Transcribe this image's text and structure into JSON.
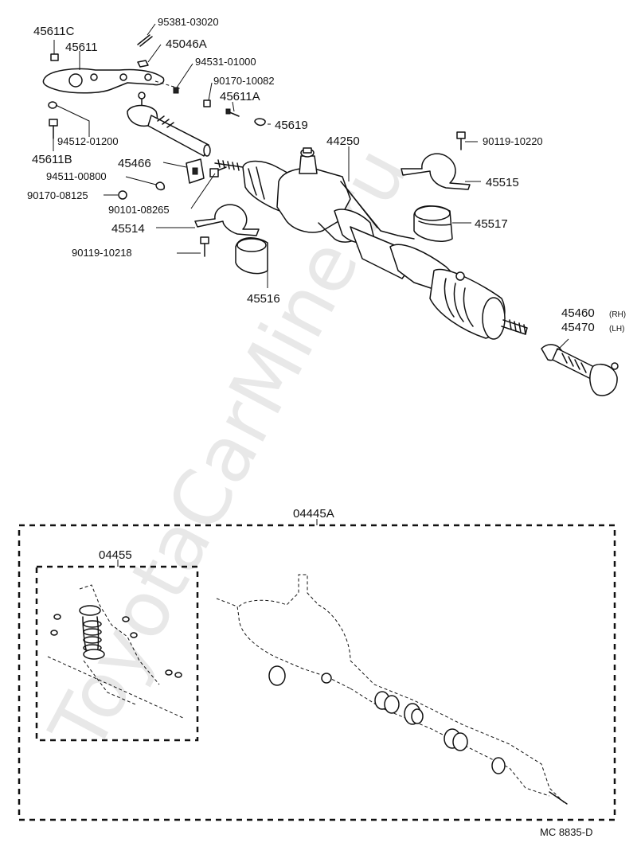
{
  "watermark": "ToyotaCarMine.ru",
  "footer_code": "MC  8835-D",
  "upper": {
    "p45611C": "45611C",
    "p45611": "45611",
    "p95381": "95381-03020",
    "p45046A": "45046A",
    "p94531": "94531-01000",
    "p90170_10082": "90170-10082",
    "p45611A": "45611A",
    "p45619": "45619",
    "p94512": "94512-01200",
    "p45611B": "45611B",
    "p45466": "45466",
    "p94511": "94511-00800",
    "p90170_08125": "90170-08125",
    "p90101": "90101-08265",
    "p44250": "44250",
    "p90119_10220": "90119-10220",
    "p45515": "45515",
    "p45517": "45517",
    "p45514": "45514",
    "p90119_10218": "90119-10218",
    "p45516": "45516",
    "p45460": "45460",
    "p45460_side": "(RH)",
    "p45470": "45470",
    "p45470_side": "(LH)"
  },
  "lower": {
    "kit_outer": "04445A",
    "kit_inner": "04455"
  }
}
